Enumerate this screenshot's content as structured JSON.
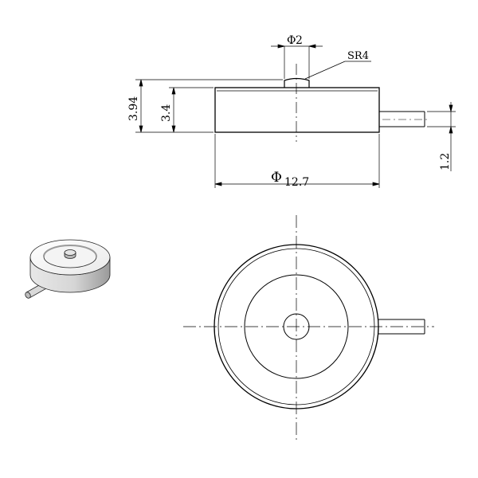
{
  "drawing": {
    "dimensions": {
      "top_diameter": "2",
      "top_radius": "SR4",
      "height_total": "3.94",
      "height_body": "3.4",
      "cable_dia": "1.2",
      "body_diameter": "12.7",
      "diameter_symbol": "Φ"
    },
    "colors": {
      "line": "#000000",
      "shade_light": "#f2f2f2",
      "shade_mid": "#c8c8c8",
      "shade_dark": "#8a8a8a"
    }
  }
}
